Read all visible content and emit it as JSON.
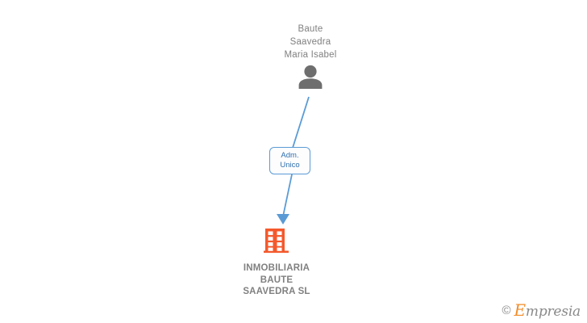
{
  "diagram": {
    "type": "organization-chart",
    "background_color": "#ffffff",
    "person": {
      "name": "Baute\nSaavedra\nMaria Isabel",
      "name_lines": [
        "Baute",
        "Saavedra",
        "Maria Isabel"
      ],
      "icon": "person-icon",
      "icon_color": "#6e6e6e",
      "text_color": "#808080"
    },
    "relation": {
      "label": "Adm.\nUnico",
      "label_lines": [
        "Adm.",
        "Unico"
      ],
      "border_color": "#5b9bd5",
      "text_color": "#2f6fae"
    },
    "company": {
      "name": "INMOBILIARIA\nBAUTE\nSAAVEDRA SL",
      "name_lines": [
        "INMOBILIARIA",
        "BAUTE",
        "SAAVEDRA SL"
      ],
      "icon": "building-icon",
      "icon_color": "#f4592c",
      "text_color": "#808080"
    },
    "connector": {
      "color": "#5b9bd5",
      "style": "arrow-down",
      "direction": "person-to-company"
    }
  },
  "watermark": {
    "copyright_symbol": "©",
    "brand_first_letter": "E",
    "brand_rest": "mpresia",
    "brand": "Empresia",
    "accent_color": "#f28c28",
    "text_color": "#8a8a8a"
  }
}
